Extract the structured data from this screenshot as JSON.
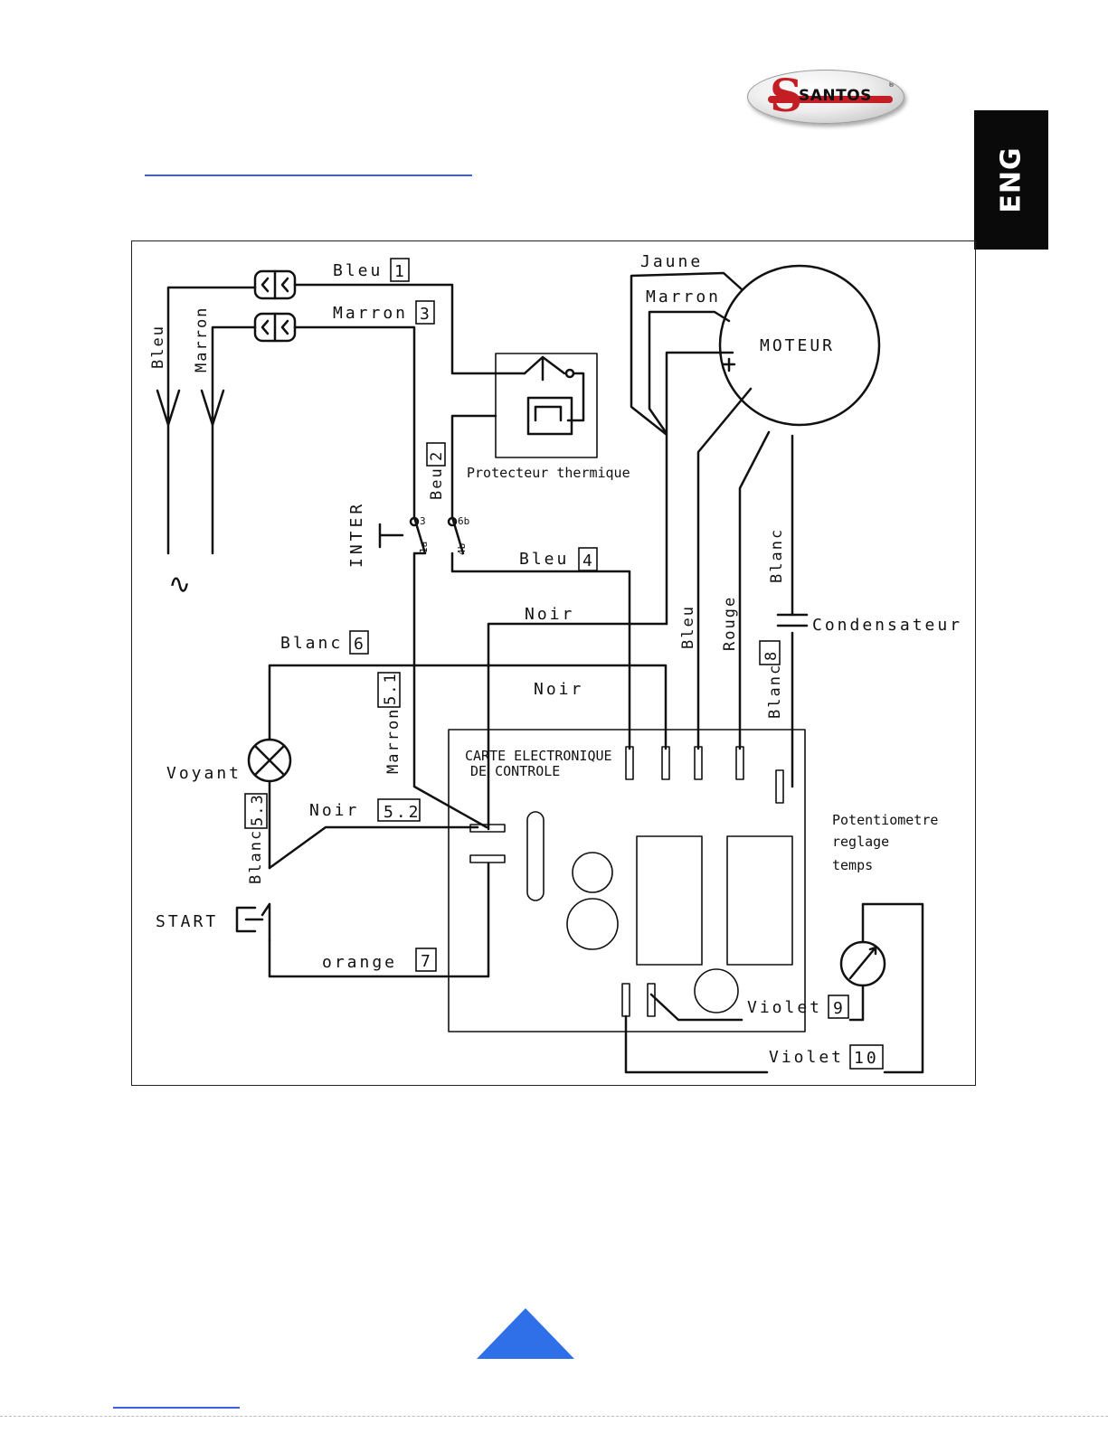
{
  "brand": {
    "logo_text": "SANTOS",
    "logo_initial": "S",
    "registered": "®",
    "accent": "#c41e25"
  },
  "language_tab": {
    "label": "ENG"
  },
  "colors": {
    "link": "#3c5fe8",
    "nav": "#2f6fe8",
    "ink": "#111111"
  },
  "schematic": {
    "wires": {
      "bleu_1": "Bleu",
      "num_1": "1",
      "marron_3": "Marron",
      "num_3": "3",
      "bleu_supply": "Bleu",
      "marron_supply": "Marron",
      "jaune": "Jaune",
      "marron_motor": "Marron",
      "beu_2": "Beu",
      "num_2": "2",
      "bleu_4": "Bleu",
      "num_4": "4",
      "noir_top": "Noir",
      "blanc_6": "Blanc",
      "num_6": "6",
      "noir_mid": "Noir",
      "num_51": "5.1",
      "marron_51": "Marron",
      "noir_52": "Noir",
      "num_52": "5.2",
      "num_53": "5.3",
      "blanc_53": "Blanc",
      "orange_7": "orange",
      "num_7": "7",
      "bleu_motor": "Bleu",
      "rouge": "Rouge",
      "blanc_motor": "Blanc",
      "num_8": "8",
      "blanc_8": "Blanc",
      "violet_9": "Violet",
      "num_9": "9",
      "violet_10": "Violet",
      "num_10": "10"
    },
    "components": {
      "moteur": "MOTEUR",
      "protecteur": "Protecteur thermique",
      "inter": "INTER",
      "voyant": "Voyant",
      "start": "START",
      "condensateur": "Condensateur",
      "carte_line1": "CARTE ELECTRONIQUE",
      "carte_line2": "DE CONTROLE",
      "pot_line1": "Potentiometre",
      "pot_line2": "reglage",
      "pot_line3": "temps",
      "ac_symbol": "∿",
      "pin_3": "3",
      "pin_1a": "1a",
      "pin_6b": "6b",
      "pin_4b": "4b"
    }
  }
}
